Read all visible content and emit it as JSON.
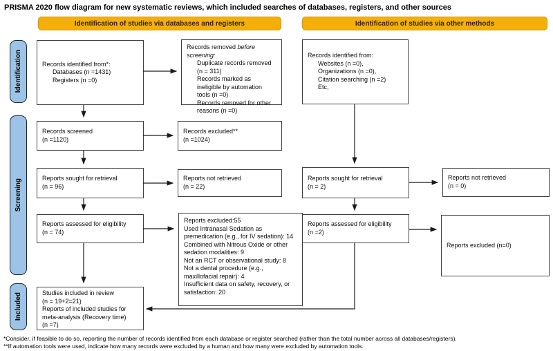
{
  "title": "PRISMA 2020 flow diagram for new systematic reviews, which included searches of databases, registers, and other sources",
  "headers": {
    "databases": "Identification of studies via databases and registers",
    "other": "Identification of studies via other methods"
  },
  "sidebar": [
    "Identification",
    "Screening",
    "Included"
  ],
  "boxes": {
    "records_identified_db": {
      "lines": [
        "Records identified from*:",
        "Databases (n =1431)",
        "Registers (n =0)"
      ]
    },
    "records_removed": {
      "line1_normal": "Records removed ",
      "line1_italic": "before screening:",
      "items": [
        "Duplicate records removed (n = 311)",
        "Records marked as ineligible by automation tools (n =0)",
        "Records removed for other reasons (n =0)"
      ]
    },
    "records_identified_other": {
      "lines": [
        "Records identified from:",
        "Websites (n =0),",
        "Organizations (n =0),",
        "Citation searching (n =2)",
        "Etc,"
      ]
    },
    "records_screened": {
      "lines": [
        "Records screened",
        "(n =1120)"
      ]
    },
    "records_excluded": {
      "lines": [
        "Records excluded**",
        "(n =1024)"
      ]
    },
    "reports_sought_db": {
      "lines": [
        "Reports sought for retrieval",
        "(n = 96)"
      ]
    },
    "reports_not_retrieved_db": {
      "lines": [
        "Reports not retrieved",
        "(n = 22)"
      ]
    },
    "reports_sought_other": {
      "lines": [
        "Reports sought for retrieval",
        "(n = 2)"
      ]
    },
    "reports_not_retrieved_other": {
      "lines": [
        "Reports not retrieved",
        "(n = 0)"
      ]
    },
    "reports_assessed_db": {
      "lines": [
        "Reports assessed for eligibility",
        "(n = 74)"
      ]
    },
    "reports_excluded_detail": {
      "lines": [
        "Reports excluded:55",
        "Used Intranasal Sedation as premedication (e.g., for IV sedation): 14",
        "Combined with Nitrous Oxide or other sedation modalities: 9",
        "Not an RCT or observational study: 8",
        "Not a dental procedure (e.g., maxillofacial repair): 4",
        "Insufficient data on safety, recovery, or satisfaction: 20"
      ]
    },
    "reports_assessed_other": {
      "lines": [
        "Reports assessed for eligibility",
        "(n =2)"
      ]
    },
    "reports_excluded_other": {
      "lines": [
        "Reports excluded (n=0)"
      ]
    },
    "studies_included": {
      "lines": [
        "Studies included in review",
        "(n = 19+2=21)",
        "Reports of included studies for meta-analysis (Recovery time)",
        "(n =7)"
      ]
    }
  },
  "footnotes": [
    "*Consider, if feasible to do so, reporting the number of records identified from each database or register searched (rather than the total number across all databases/registers).",
    "**If automation tools were used, indicate how many records were excluded by a human and how many were excluded by automation tools."
  ],
  "colors": {
    "header_fill": "#F5AF0A",
    "header_border": "#D49400",
    "sidebar_fill": "#9DC3E6",
    "sidebar_border": "#1A2733",
    "box_border": "#3F3F3F",
    "arrow": "#1A1A1A"
  }
}
